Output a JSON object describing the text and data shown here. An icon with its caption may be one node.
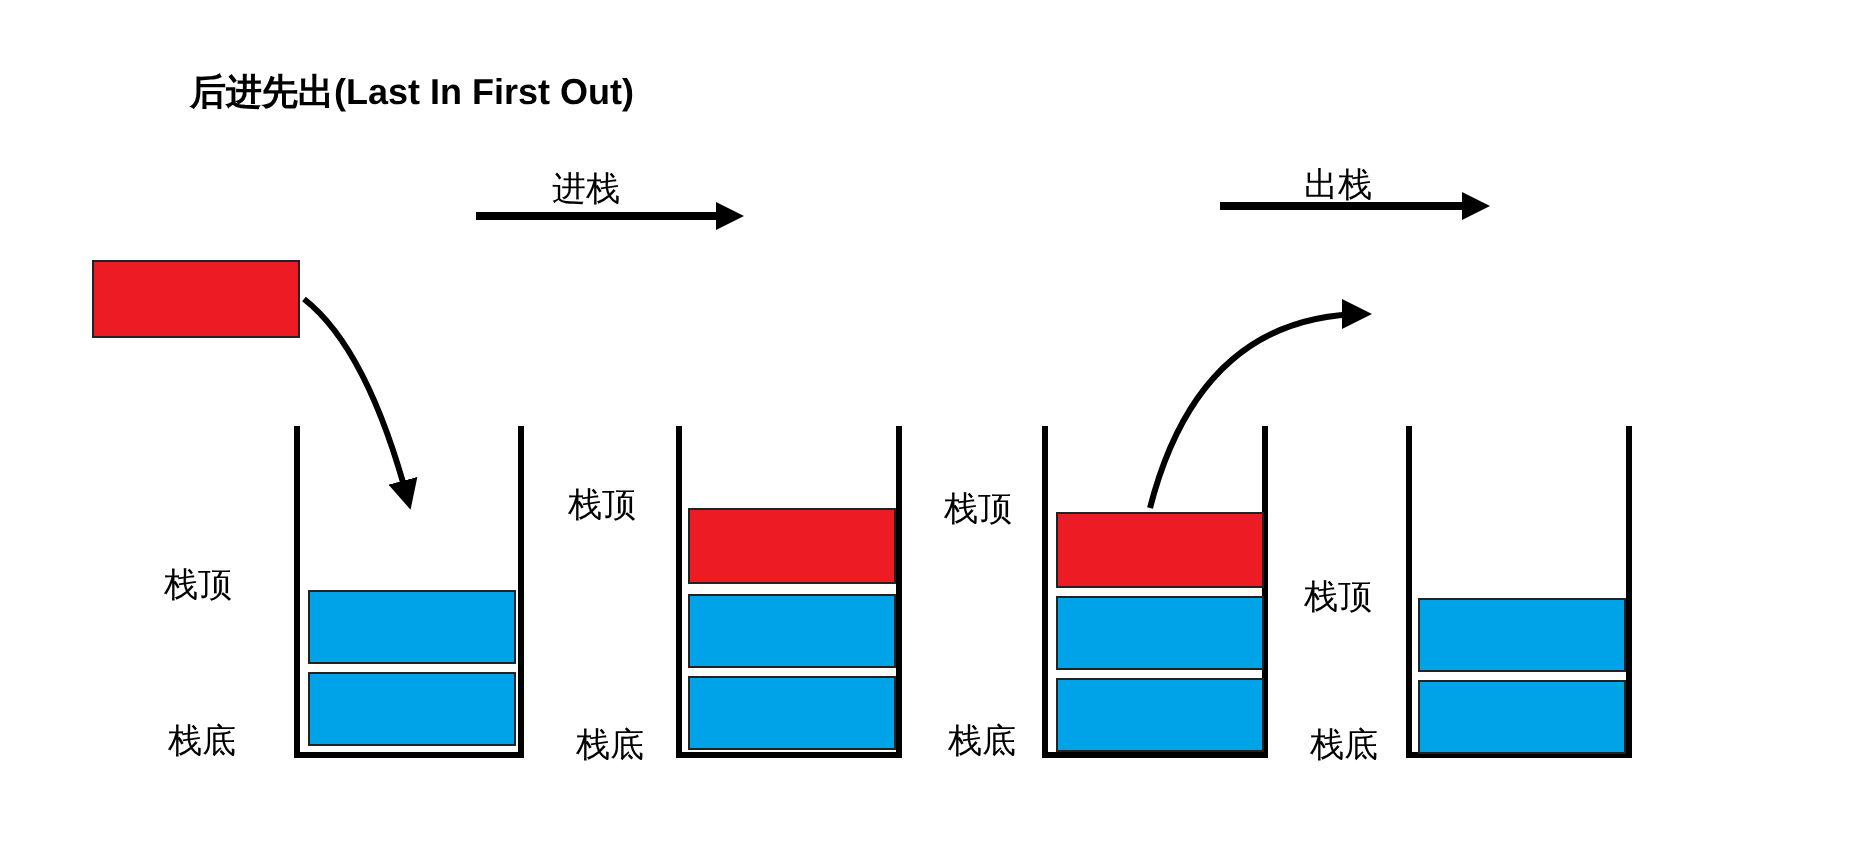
{
  "diagram": {
    "title": "后进先出(Last In First Out)",
    "nodes": [
      {
        "text": [],
        "shape": "box"
      },
      {
        "text": [],
        "shape": "box",
        "beside": [
          "栈顶",
          "栈底"
        ]
      },
      {
        "text": [],
        "shape": "box",
        "in": 1
      },
      {
        "text": [],
        "shape": "box",
        "in": 1
      },
      {
        "text": [],
        "shape": "box",
        "beside": [
          "栈顶",
          "栈底"
        ]
      },
      {
        "text": [],
        "shape": "box",
        "in": 4
      },
      {
        "text": [],
        "shape": "box",
        "in": 4
      },
      {
        "text": [],
        "shape": "box",
        "in": 4
      },
      {
        "text": [],
        "shape": "box",
        "beside": [
          "栈顶",
          "栈底"
        ]
      },
      {
        "text": [],
        "shape": "box",
        "in": 8
      },
      {
        "text": [],
        "shape": "box",
        "in": 8
      },
      {
        "text": [],
        "shape": "box",
        "in": 8
      },
      {
        "text": [],
        "shape": "box",
        "beside": [
          "栈顶",
          "栈底"
        ]
      },
      {
        "text": [],
        "shape": "box",
        "in": 12
      },
      {
        "text": [],
        "shape": "box",
        "in": 12
      }
    ],
    "edges": [
      {
        "from": 0,
        "to": 1,
        "arrow": "to"
      },
      {
        "from": 9,
        "to": null,
        "arrow": "to"
      }
    ],
    "labels": [
      "进栈",
      "出栈"
    ]
  }
}
